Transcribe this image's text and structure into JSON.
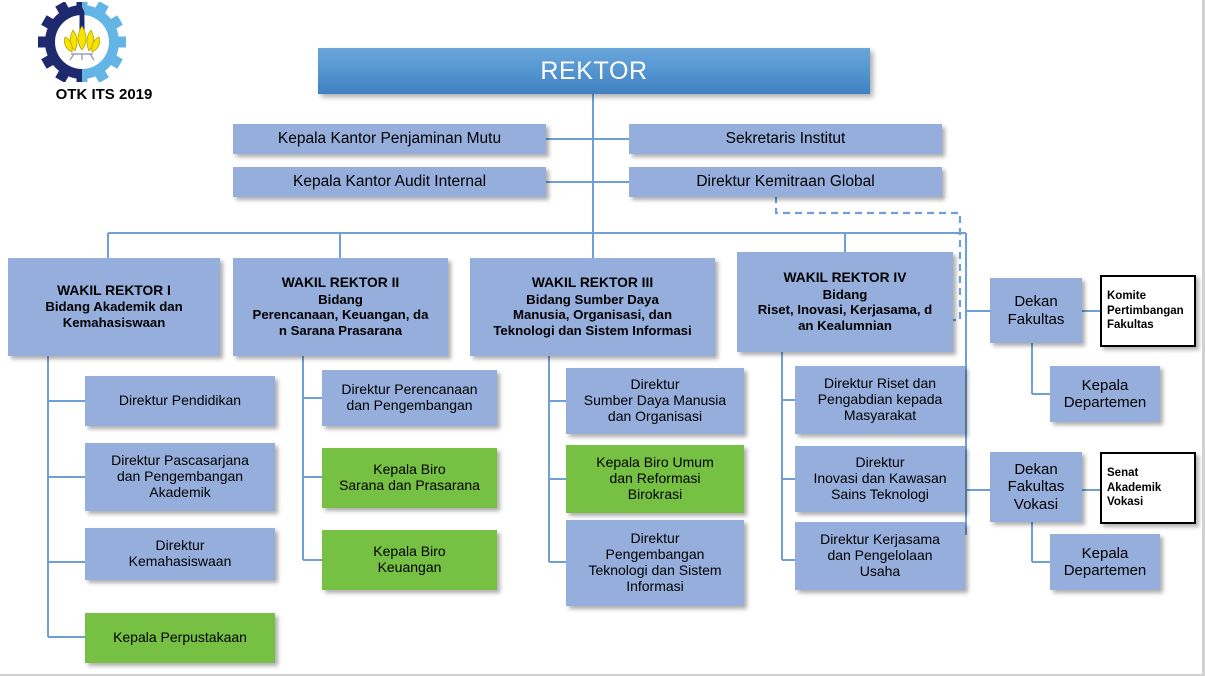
{
  "document": {
    "caption": "OTK ITS 2019",
    "logo_icon": "its-gear-lotus-logo-icon"
  },
  "colors": {
    "box_blue": "#95aedc",
    "box_green": "#76c043",
    "rektor_blue_top": "#5b9bd5",
    "rektor_blue_bottom": "#3f80c0",
    "connector": "#6f9fd8",
    "white_box_border": "#000000",
    "page_background": "#ffffff"
  },
  "chart_data": {
    "type": "diagram",
    "title": "Struktur Organisasi dan Tata Kerja ITS 2019",
    "root": "REKTOR"
  },
  "root": {
    "label": "REKTOR"
  },
  "staff": {
    "left": [
      {
        "label": "Kepala Kantor Penjaminan Mutu"
      },
      {
        "label": "Kepala Kantor Audit Internal"
      }
    ],
    "right": [
      {
        "label": "Sekretaris Institut"
      },
      {
        "label": "Direktur Kemitraan Global"
      }
    ]
  },
  "vice_rectors": [
    {
      "title": "WAKIL REKTOR I",
      "field_lines": [
        "Bidang Akademik dan",
        "Kemahasiswaan"
      ],
      "children": [
        {
          "lines": [
            "Direktur Pendidikan"
          ],
          "color": "blue"
        },
        {
          "lines": [
            "Direktur Pascasarjana",
            "dan Pengembangan",
            "Akademik"
          ],
          "color": "blue"
        },
        {
          "lines": [
            "Direktur",
            "Kemahasiswaan"
          ],
          "color": "blue"
        },
        {
          "lines": [
            "Kepala Perpustakaan"
          ],
          "color": "green"
        }
      ]
    },
    {
      "title": "WAKIL REKTOR II",
      "field_lines": [
        "Bidang",
        "Perencanaan, Keuangan, da",
        "n Sarana Prasarana"
      ],
      "children": [
        {
          "lines": [
            "Direktur Perencanaan",
            "dan Pengembangan"
          ],
          "color": "blue"
        },
        {
          "lines": [
            "Kepala Biro",
            "Sarana dan Prasarana"
          ],
          "color": "green"
        },
        {
          "lines": [
            "Kepala Biro",
            "Keuangan"
          ],
          "color": "green"
        }
      ]
    },
    {
      "title": "WAKIL REKTOR III",
      "field_lines": [
        "Bidang Sumber Daya",
        "Manusia, Organisasi, dan",
        "Teknologi dan Sistem Informasi"
      ],
      "children": [
        {
          "lines": [
            "Direktur",
            "Sumber Daya Manusia",
            "dan Organisasi"
          ],
          "color": "blue"
        },
        {
          "lines": [
            "Kepala Biro Umum",
            "dan Reformasi",
            "Birokrasi"
          ],
          "color": "green"
        },
        {
          "lines": [
            "Direktur",
            "Pengembangan",
            "Teknologi dan Sistem",
            "Informasi"
          ],
          "color": "blue"
        }
      ]
    },
    {
      "title": "WAKIL REKTOR IV",
      "field_lines": [
        "Bidang",
        "Riset, Inovasi, Kerjasama, d",
        "an Kealumnian"
      ],
      "children": [
        {
          "lines": [
            "Direktur Riset dan",
            "Pengabdian kepada",
            "Masyarakat"
          ],
          "color": "blue"
        },
        {
          "lines": [
            "Direktur",
            "Inovasi dan Kawasan",
            "Sains Teknologi"
          ],
          "color": "blue"
        },
        {
          "lines": [
            "Direktur Kerjasama",
            "dan Pengelolaan",
            "Usaha"
          ],
          "color": "blue"
        }
      ]
    }
  ],
  "faculty": [
    {
      "dean_lines": [
        "Dekan",
        "Fakultas"
      ],
      "council_lines": [
        "Komite",
        "Pertimbangan",
        "Fakultas"
      ],
      "head_lines": [
        "Kepala",
        "Departemen"
      ]
    },
    {
      "dean_lines": [
        "Dekan",
        "Fakultas",
        "Vokasi"
      ],
      "council_lines": [
        "Senat",
        "Akademik",
        "Vokasi"
      ],
      "head_lines": [
        "Kepala",
        "Departemen"
      ]
    }
  ]
}
